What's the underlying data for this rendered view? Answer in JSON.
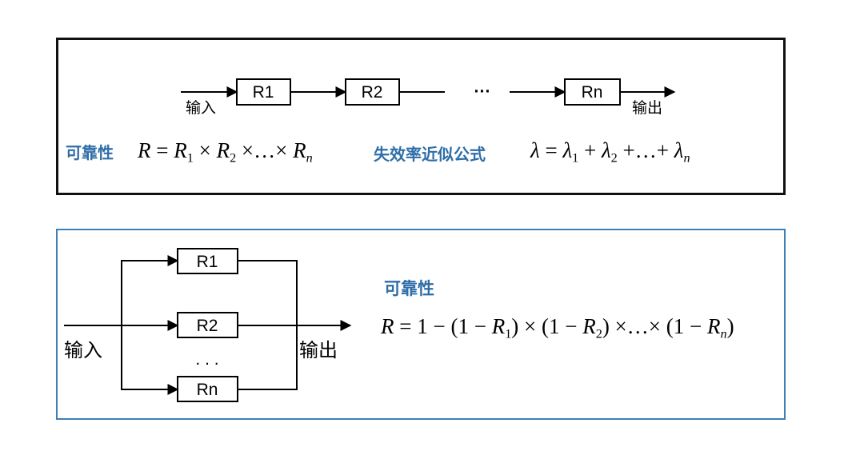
{
  "series": {
    "blocks": [
      "R1",
      "R2",
      "Rn"
    ],
    "ellipsis": "···",
    "input_label": "输入",
    "output_label": "输出",
    "reliability_label": "可靠性",
    "failure_rate_label": "失效率近似公式"
  },
  "parallel": {
    "blocks": [
      "R1",
      "R2",
      "Rn"
    ],
    "ellipsis": ". . .",
    "input_label": "输入",
    "output_label": "输出",
    "reliability_label": "可靠性"
  },
  "colors": {
    "series_border": "#111111",
    "parallel_border": "#3c7fb6",
    "label_blue": "#2f6ea8"
  }
}
